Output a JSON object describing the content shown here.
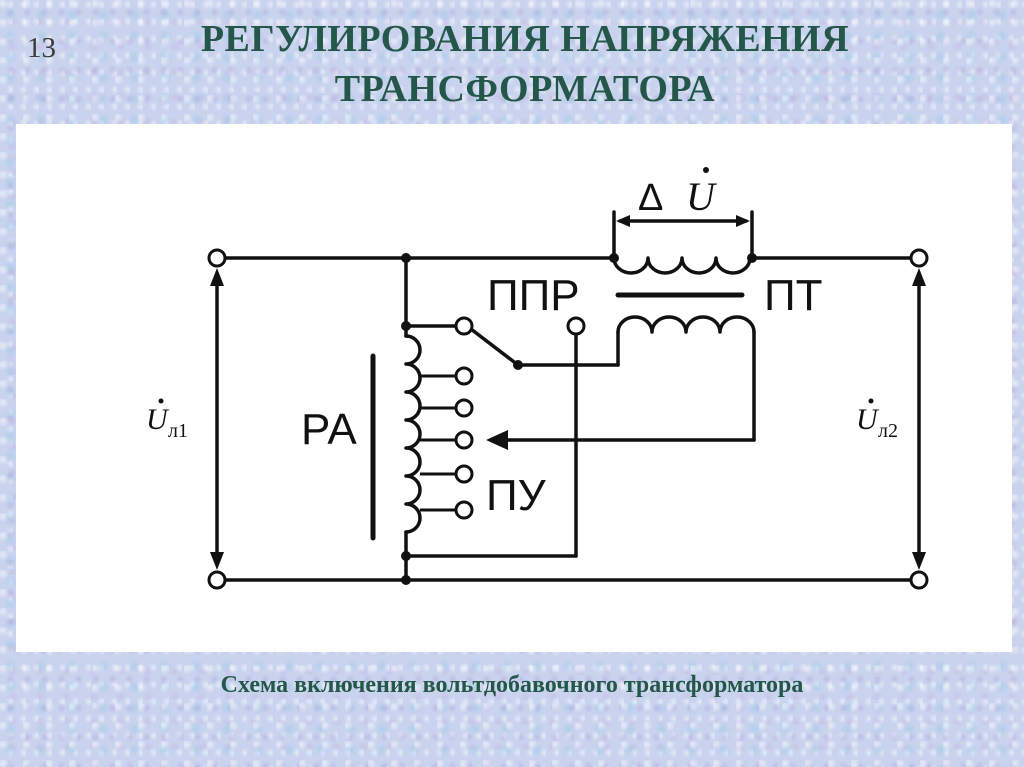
{
  "slide_number": "13",
  "title": {
    "line1": "РЕГУЛИРОВАНИЯ НАПРЯЖЕНИЯ",
    "line2": "ТРАНСФОРМАТОРА"
  },
  "diagram": {
    "label_ppr": "ППР",
    "label_pt": "ПТ",
    "label_ra": "РА",
    "label_pu": "ПУ",
    "delta_symbol": "Δ",
    "du_letter": "U",
    "u1_letter": "U",
    "u1_sub": "л1",
    "u2_letter": "U",
    "u2_sub": "л2"
  },
  "caption": "Схема включения вольтдобавочного трансформатора",
  "colors": {
    "title": "#24574a",
    "background": "#c9d3ee",
    "line": "#111111"
  }
}
